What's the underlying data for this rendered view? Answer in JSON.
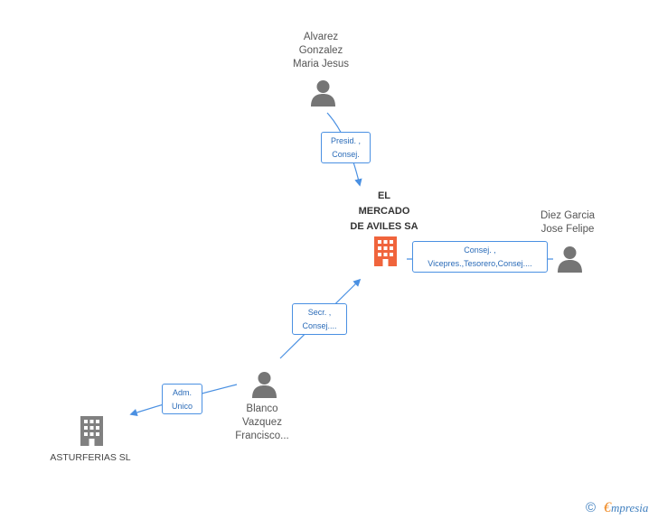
{
  "colors": {
    "edge": "#4a90e2",
    "person_icon": "#757575",
    "main_company_icon": "#f0643c",
    "company_icon": "#808080",
    "brand_accent": "#f08a24"
  },
  "main_company": {
    "name_lines": [
      "EL",
      "MERCADO",
      "DE AVILES SA"
    ],
    "icon": "building-icon"
  },
  "people": [
    {
      "name_lines": [
        "Alvarez",
        "Gonzalez",
        "Maria Jesus"
      ],
      "icon": "person-icon"
    },
    {
      "name_lines": [
        "Diez Garcia",
        "Jose Felipe"
      ],
      "icon": "person-icon"
    },
    {
      "name_lines": [
        "Blanco",
        "Vazquez",
        "Francisco..."
      ],
      "icon": "person-icon"
    }
  ],
  "companies": [
    {
      "name": "ASTURFERIAS SL",
      "icon": "building-icon"
    }
  ],
  "roles": [
    {
      "lines": [
        "Presid. ,",
        "Consej."
      ]
    },
    {
      "lines": [
        "Consej. ,",
        "Vicepres.,Tesorero,Consej...."
      ]
    },
    {
      "lines": [
        "Secr. ,",
        "Consej...."
      ]
    },
    {
      "lines": [
        "Adm.",
        "Unico"
      ]
    }
  ],
  "footer": {
    "copyright_symbol": "©",
    "brand_initial": "€",
    "brand_rest": "mpresia"
  }
}
